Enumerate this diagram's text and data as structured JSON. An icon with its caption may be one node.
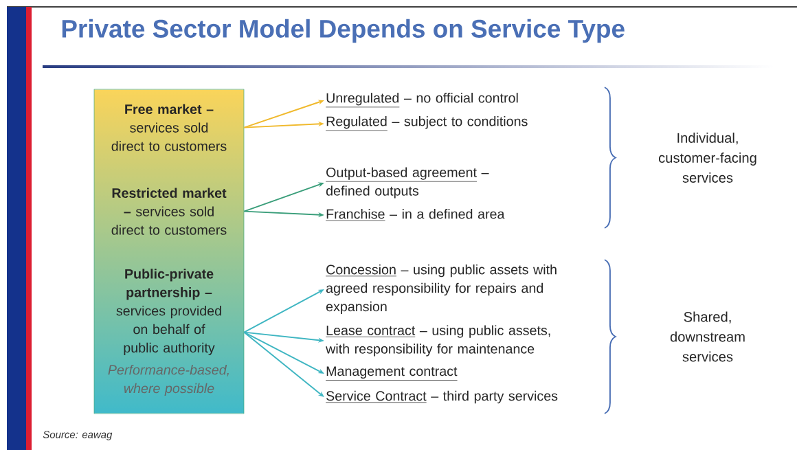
{
  "diagram": {
    "title": "Private Sector Model Depends on Service Type",
    "caption": "Source: eawag",
    "nodes": [
      {
        "text": [],
        "shape": "box"
      },
      {
        "text": [
          "**Free market –** services sold direct to customers"
        ],
        "in": 0
      },
      {
        "text": [
          "**Restricted market –** services sold direct to customers"
        ],
        "in": 0
      },
      {
        "text": [
          "**Public-private partnership –** services provided on behalf of public authority",
          "Performance-based, where possible"
        ],
        "in": 0
      },
      {
        "text": [
          "Unregulated",
          "– no official control"
        ]
      },
      {
        "text": [
          "Regulated",
          "– subject to conditions"
        ]
      },
      {
        "text": [
          "Output-based agreement",
          "– defined outputs"
        ]
      },
      {
        "text": [
          "Franchise",
          "– in a defined area"
        ]
      },
      {
        "text": [
          "Concession",
          "– using public assets with agreed responsibility for repairs and expansion"
        ]
      },
      {
        "text": [
          "Lease contract",
          "– using public assets, with responsibility for maintenance"
        ]
      },
      {
        "text": [
          "Management contract"
        ]
      },
      {
        "text": [
          "Service Contract",
          "– third party services"
        ]
      }
    ],
    "edges": [
      {
        "from": 1,
        "to": 4,
        "arrow": "to",
        "color": "#f0b92c"
      },
      {
        "from": 1,
        "to": 5,
        "arrow": "to",
        "color": "#f0b92c"
      },
      {
        "from": 2,
        "to": 6,
        "arrow": "to",
        "color": "#3a9e7a"
      },
      {
        "from": 2,
        "to": 7,
        "arrow": "to",
        "color": "#3a9e7a"
      },
      {
        "from": 3,
        "to": 8,
        "arrow": "to"
      },
      {
        "from": 3,
        "to": 9,
        "arrow": "to"
      },
      {
        "from": 3,
        "to": 10,
        "arrow": "to"
      },
      {
        "from": 3,
        "to": 11,
        "arrow": "to"
      }
    ],
    "labels": [
      "Individual, customer-facing services",
      "Shared, downstream services"
    ]
  }
}
